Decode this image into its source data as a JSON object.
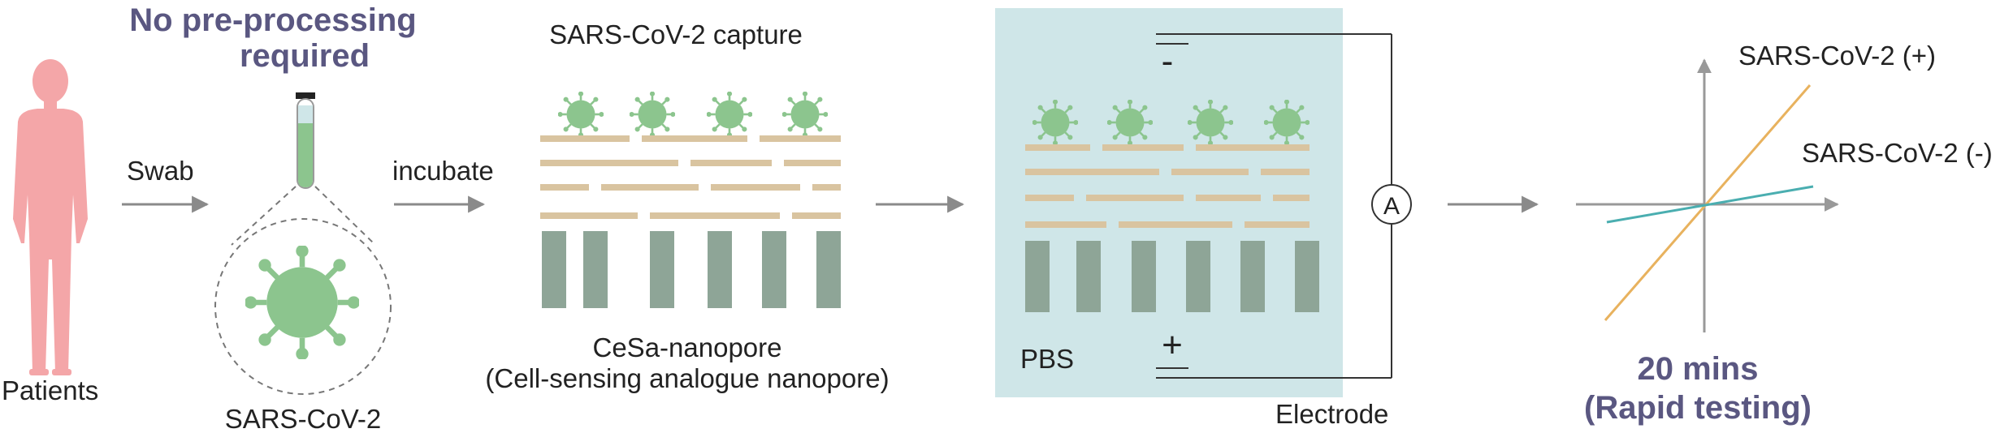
{
  "labels": {
    "patients": "Patients",
    "swab": "Swab",
    "no_preprocessing_line1": "No pre-processing",
    "no_preprocessing_line2": "required",
    "sars_virus": "SARS-CoV-2",
    "incubate": "incubate",
    "capture_title": "SARS-CoV-2 capture",
    "nanopore_line1": "CeSa-nanopore",
    "nanopore_line2": "(Cell-sensing analogue nanopore)",
    "minus": "-",
    "plus": "+",
    "pbs": "PBS",
    "electrode": "Electrode",
    "ammeter": "A",
    "positive_line": "SARS-CoV-2 (+)",
    "negative_line": "SARS-CoV-2 (-)",
    "time_line1": "20 mins",
    "time_line2": "(Rapid testing)"
  },
  "colors": {
    "patient": "#f4a6a8",
    "virus": "#8cc58e",
    "layer": "#d9c4a0",
    "pillar": "#8ea597",
    "chamber": "#cfe6e8",
    "arrow": "#8a8a8a",
    "positive_line": "#e8b25e",
    "negative_line": "#4aaeb0",
    "emphasis": "#5a5781"
  }
}
